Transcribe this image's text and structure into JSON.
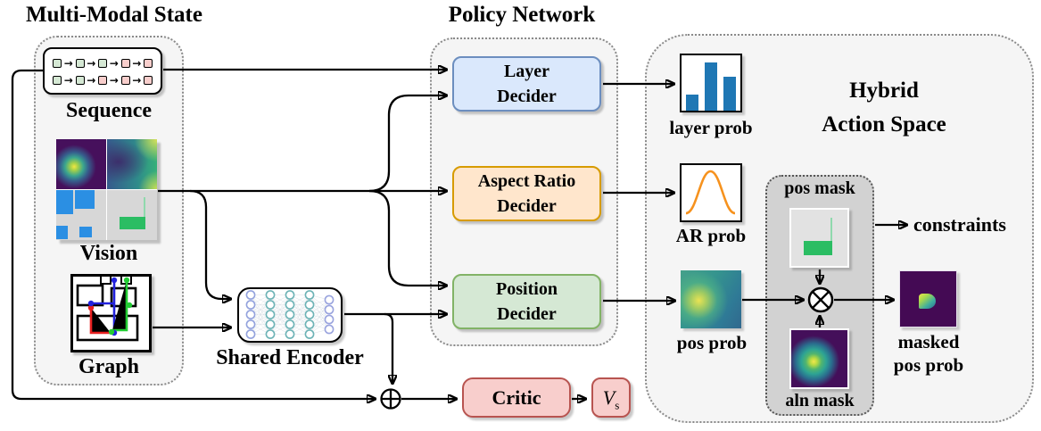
{
  "titles": {
    "multi_modal_state": "Multi-Modal State",
    "policy_network": "Policy Network",
    "hybrid_line1": "Hybrid",
    "hybrid_line2": "Action Space"
  },
  "state": {
    "sequence_label": "Sequence",
    "vision_label": "Vision",
    "graph_label": "Graph"
  },
  "sequence_tokens": {
    "row1": [
      "g",
      "g",
      "g",
      "p",
      "p"
    ],
    "row2": [
      "g",
      "g",
      "p",
      "p",
      "p"
    ]
  },
  "encoder": {
    "label": "Shared Encoder"
  },
  "policy": {
    "layer_decider": {
      "line1": "Layer",
      "line2": "Decider"
    },
    "ar_decider": {
      "line1": "Aspect Ratio",
      "line2": "Decider"
    },
    "pos_decider": {
      "line1": "Position",
      "line2": "Decider"
    }
  },
  "critic": {
    "label": "Critic",
    "value_symbol": "V",
    "value_subscript": "s"
  },
  "outputs": {
    "layer_prob_label": "layer prob",
    "ar_prob_label": "AR prob",
    "pos_prob_label": "pos prob",
    "masked_label_line1": "masked",
    "masked_label_line2": "pos prob",
    "constraints_label": "constraints",
    "pos_mask_label": "pos mask",
    "aln_mask_label": "aln mask"
  },
  "mini_charts": {
    "layer_prob": {
      "type": "bar",
      "values": [
        0.3,
        0.92,
        0.65
      ],
      "color": "#1f77b4"
    },
    "ar_prob": {
      "type": "line",
      "shape": "gaussian",
      "color": "#f6921e"
    }
  },
  "icons": {
    "fuse_operator": "circled-plus",
    "mask_operator": "circled-times",
    "sequence_icon": "token-chain",
    "graph_icon": "circuit-graph",
    "encoder_icon": "neural-network"
  },
  "colors": {
    "layer_decider_fill": "#dae8fc",
    "layer_decider_border": "#6c8ebf",
    "ar_decider_fill": "#ffe6cc",
    "ar_decider_border": "#d79b00",
    "pos_decider_fill": "#d5e8d4",
    "pos_decider_border": "#82b366",
    "critic_fill": "#f8cecc",
    "critic_border": "#b85450",
    "container_fill": "#f5f5f5",
    "mask_box_fill": "#d2d2d2",
    "token_green": "#d5e8d4",
    "token_pink": "#f8cecc",
    "vision_blue": "#2b8fe3",
    "vision_green": "#2bbd63"
  }
}
